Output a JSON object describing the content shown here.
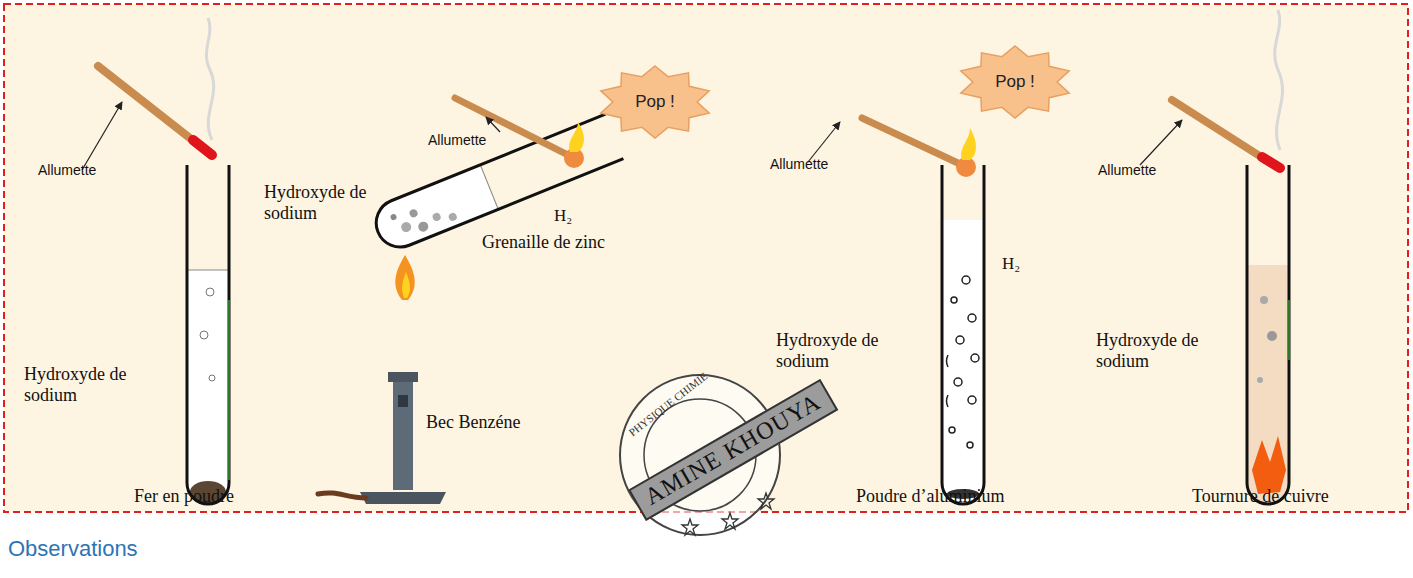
{
  "diagram": {
    "nodes": [
      {
        "text": [
          "Pop !"
        ]
      },
      {
        "text": [
          "Pop !"
        ]
      }
    ],
    "labels": [
      "Allumette",
      "Hydroxyde de sodium",
      "Fer en poudre",
      "Allumette",
      "Hydroxyde de sodium",
      "H₂",
      "Grenaille de zinc",
      "Bec Benzéne",
      "Allumette",
      "H₂",
      "Hydroxyde de sodium",
      "Poudre d’aluminium",
      "Allumette",
      "Hydroxyde de sodium",
      "Tournure de cuivre",
      "PHYSIQUE CHIMIE",
      "AMINE KHOUYA",
      "Observations"
    ]
  }
}
